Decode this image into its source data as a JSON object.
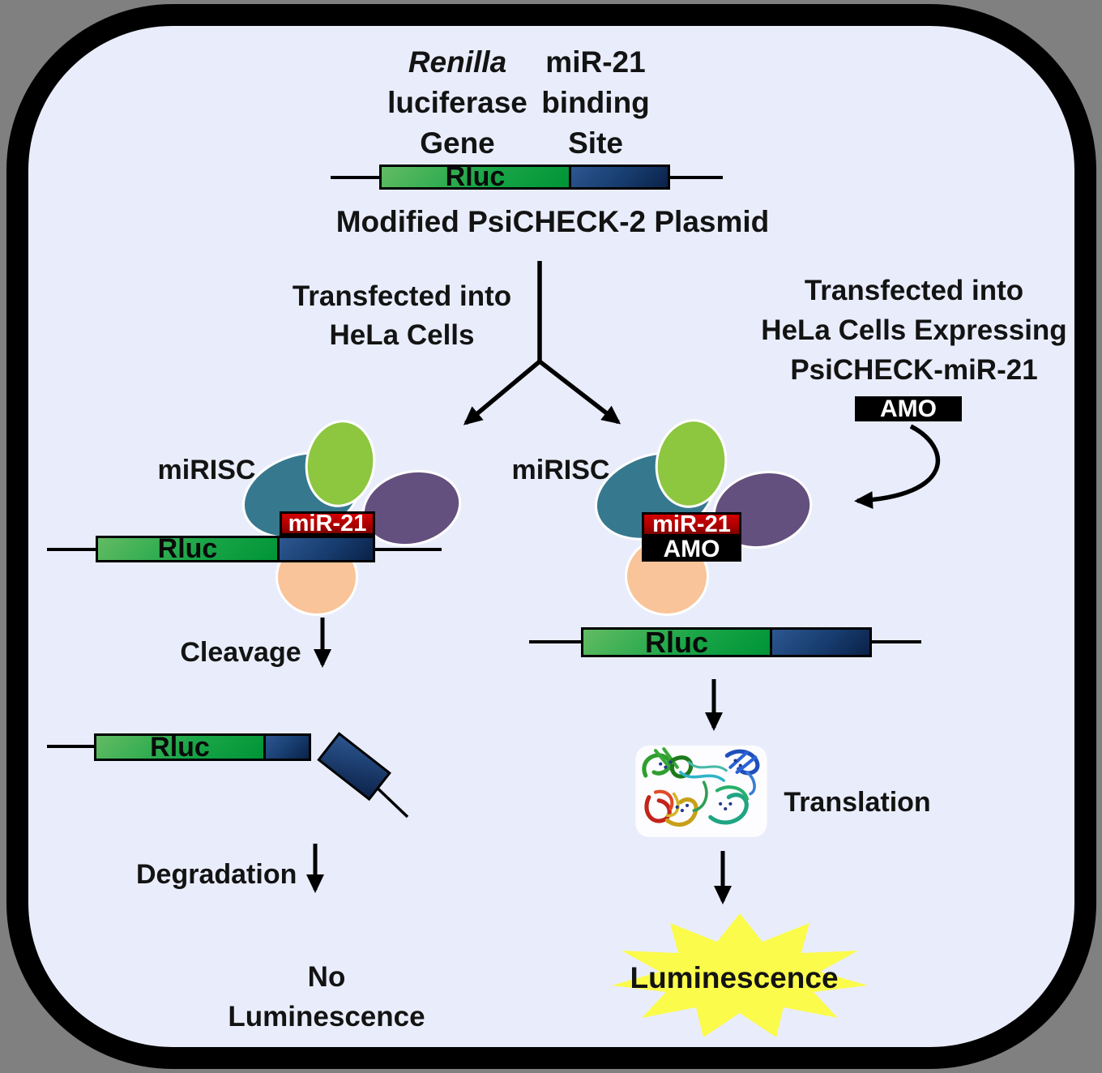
{
  "top": {
    "gene_label": [
      "Renilla",
      "luciferase",
      "Gene"
    ],
    "site_label": [
      "miR-21",
      "binding",
      "Site"
    ],
    "rluc": "Rluc",
    "caption": "Modified PsiCHECK-2 Plasmid"
  },
  "branch": {
    "left_label": [
      "Transfected into",
      "HeLa Cells"
    ],
    "right_label": [
      "Transfected into",
      "HeLa Cells Expressing",
      "PsiCHECK-miR-21"
    ],
    "amo_badge": "AMO"
  },
  "left_pathway": {
    "mirisc": "miRISC",
    "mir21": "miR-21",
    "rluc": "Rluc",
    "cleavage": "Cleavage",
    "cleaved_rluc": "Rluc",
    "degradation": "Degradation",
    "outcome": "No Luminescence"
  },
  "right_pathway": {
    "mirisc": "miRISC",
    "mir21": "miR-21",
    "amo": "AMO",
    "rluc": "Rluc",
    "translation": "Translation",
    "outcome": "Luminescence"
  },
  "colors": {
    "outer_bg": "#808080",
    "panel_bg": "#E9EDFB",
    "frame": "#000000",
    "gene_box_green": "#009437",
    "site_box_navy": "#0a2148",
    "mir21_red": "#a80000",
    "amo_black": "#000000",
    "risc_teal": "#36798F",
    "risc_lime": "#8DC63F",
    "risc_purple": "#64507E",
    "risc_peach": "#F9C499",
    "burst_yellow": "#FBFB4B"
  }
}
